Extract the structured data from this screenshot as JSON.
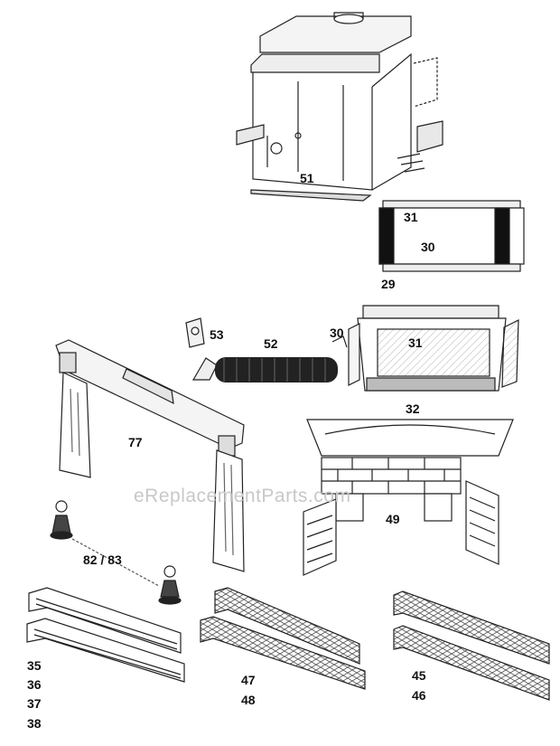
{
  "watermark": "eReplacementParts.com",
  "labels": {
    "p51": "51",
    "p31a": "31",
    "p30a": "30",
    "p29": "29",
    "p53": "53",
    "p52": "52",
    "p30b": "30",
    "p31b": "31",
    "p32": "32",
    "p77": "77",
    "p49": "49",
    "p8283": "82 / 83",
    "p35": "35",
    "p36": "36",
    "p37": "37",
    "p38": "38",
    "p47": "47",
    "p48": "48",
    "p45": "45",
    "p46": "46"
  }
}
